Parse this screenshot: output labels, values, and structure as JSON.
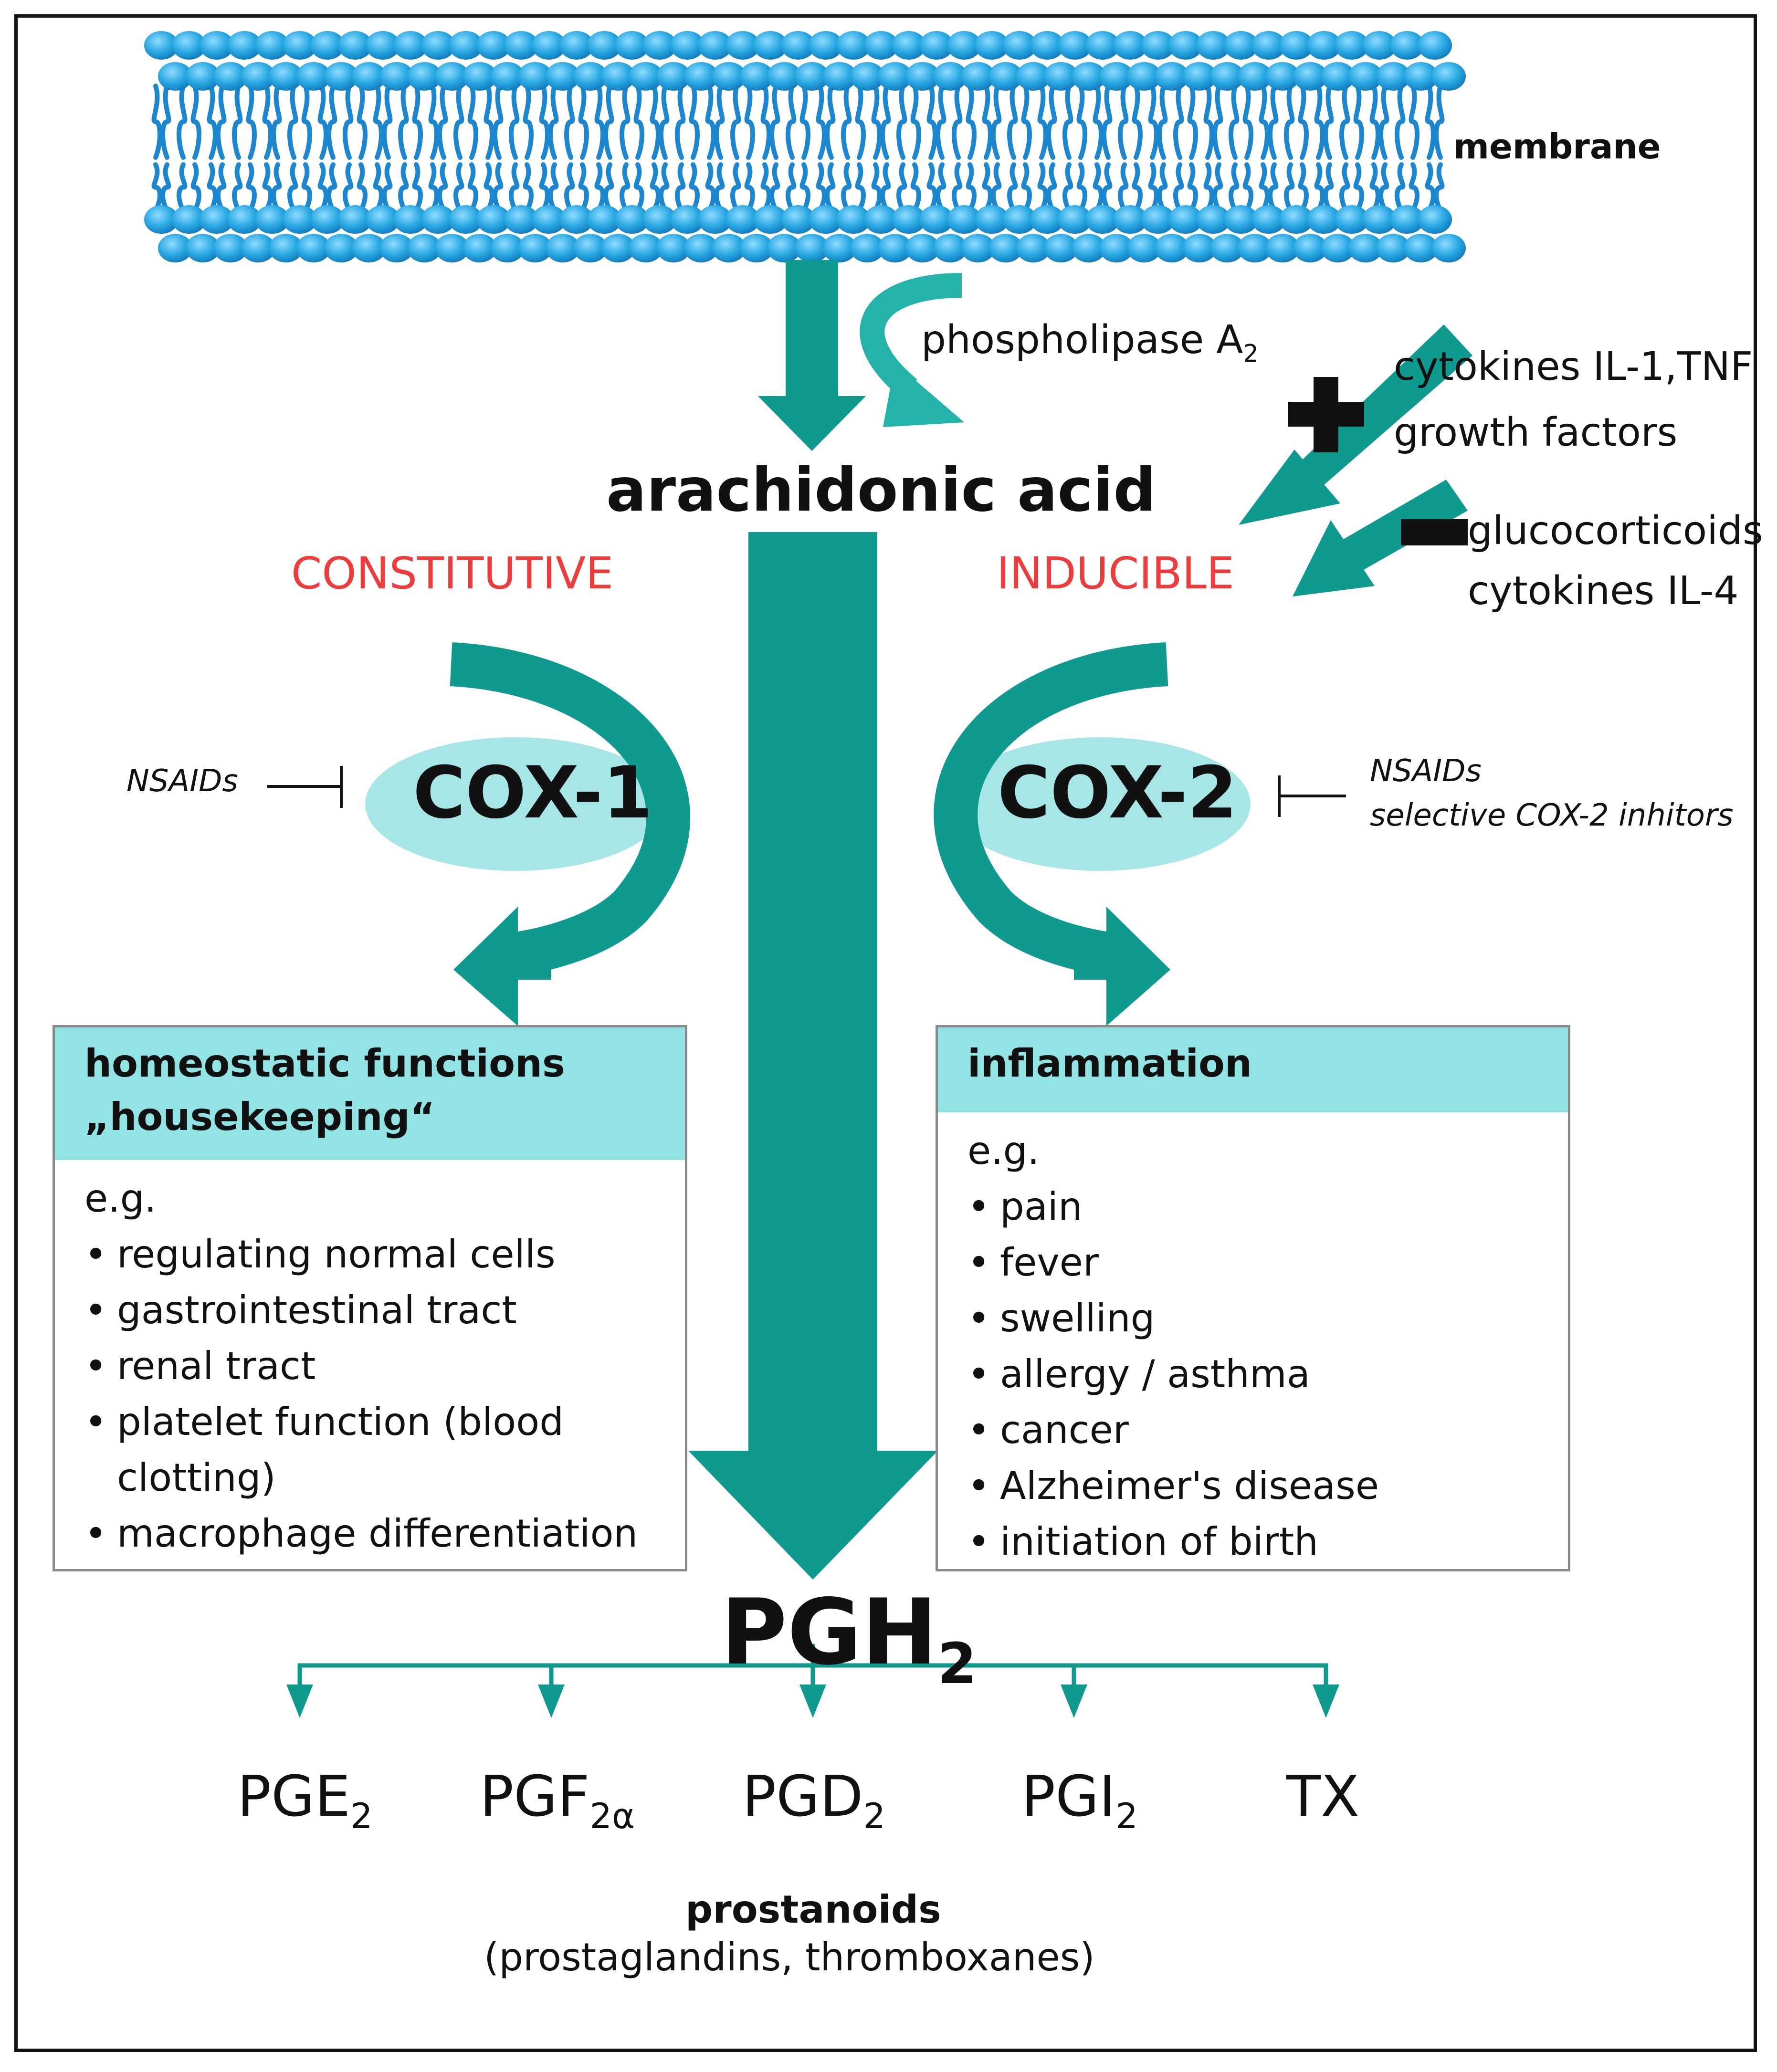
{
  "colors": {
    "teal": "#0f9a90",
    "teal_light": "#23b3ab",
    "membrane_blue": "#29a7df",
    "red_label": "#ee3b3b",
    "box_header": "#92e3e3",
    "ellipse": "#a7e6e6"
  },
  "icons": {
    "membrane": "phospholipid-bilayer",
    "plus": "plus-icon",
    "minus": "minus-icon",
    "inhibit": "inhibition-tbar"
  },
  "membrane_label": "membrane",
  "enzyme": {
    "name": "phospholipase A",
    "subscript": "2"
  },
  "activators": [
    "cytokines IL-1,TNF",
    "growth factors"
  ],
  "inhibitors": [
    "glucocorticoids",
    "cytokines IL-4"
  ],
  "substrate": "arachidonic acid",
  "cox1": {
    "type_label": "CONSTITUTIVE",
    "name": "COX-1",
    "inhibitor": "NSAIDs",
    "header_lines": [
      "homeostatic functions",
      "„housekeeping“"
    ],
    "eg": "e.g.",
    "items": [
      "regulating normal cells",
      "gastrointestinal tract",
      "renal tract",
      "platelet function (blood clotting)",
      "macrophage differentiation"
    ]
  },
  "cox2": {
    "type_label": "INDUCIBLE",
    "name": "COX-2",
    "inhibitors": [
      "NSAIDs",
      "selective COX-2 inhitors"
    ],
    "header": "inflammation",
    "eg": "e.g.",
    "items": [
      "pain",
      "fever",
      "swelling",
      "allergy / asthma",
      "cancer",
      "Alzheimer's disease",
      "initiation of birth"
    ]
  },
  "product": {
    "base": "PGH",
    "subscript": "2"
  },
  "prostanoid_products": [
    {
      "base": "PGE",
      "subscript": "2"
    },
    {
      "base": "PGF",
      "subscript": "2α"
    },
    {
      "base": "PGD",
      "subscript": "2"
    },
    {
      "base": "PGI",
      "subscript": "2"
    },
    {
      "base": "TX",
      "subscript": ""
    }
  ],
  "footer": {
    "title": "prostanoids",
    "subtitle": "(prostaglandins, thromboxanes)"
  }
}
